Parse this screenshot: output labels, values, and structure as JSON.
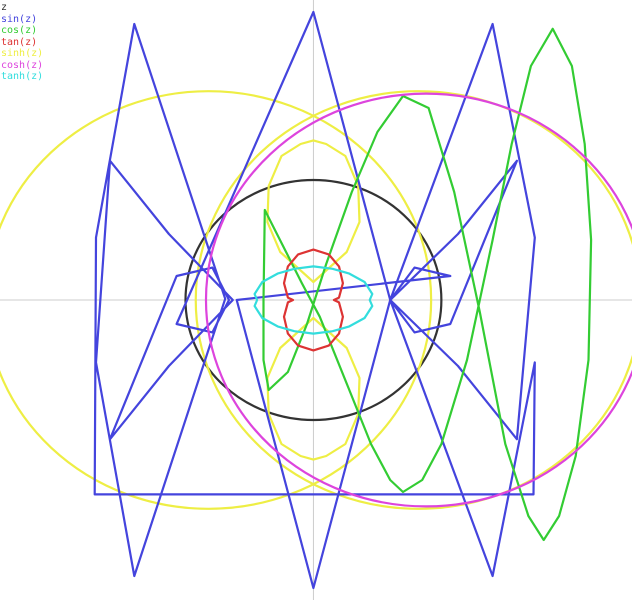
{
  "chart_data": {
    "type": "line",
    "grid": false,
    "axes": "origin crosshair",
    "legend_position": "top-left",
    "xlim": [
      -2.45,
      2.49
    ],
    "ylim": [
      -2.5,
      2.5
    ],
    "series": [
      {
        "name": "z",
        "color": "#333333",
        "shape": "circle",
        "center": [
          0,
          0
        ],
        "radius": 1.0
      },
      {
        "name": "sin(z)",
        "color": "#4444dd",
        "shape": "closed-curve",
        "points": [
          [
            -1.71,
            -1.62
          ],
          [
            -1.7,
            0.52
          ],
          [
            -1.4,
            2.3
          ],
          [
            -0.69,
            0.01
          ],
          [
            -1.4,
            -2.3
          ],
          [
            -1.7,
            -0.52
          ],
          [
            -1.59,
            1.16
          ],
          [
            -1.13,
            0.55
          ],
          [
            -0.63,
            0.0
          ],
          [
            -1.13,
            -0.55
          ],
          [
            -1.59,
            -1.16
          ],
          [
            -1.07,
            0.2
          ],
          [
            -0.79,
            0.27
          ],
          [
            -0.66,
            0.0
          ],
          [
            -0.79,
            -0.27
          ],
          [
            -1.07,
            -0.2
          ],
          [
            0.0,
            2.4
          ],
          [
            0.6,
            0.0
          ],
          [
            0.0,
            -2.4
          ],
          [
            -0.6,
            0.0
          ],
          [
            1.07,
            0.2
          ],
          [
            0.79,
            0.27
          ],
          [
            0.6,
            0.0
          ],
          [
            0.79,
            -0.27
          ],
          [
            1.07,
            -0.2
          ],
          [
            1.59,
            1.16
          ],
          [
            1.13,
            0.55
          ],
          [
            0.6,
            0.0
          ],
          [
            1.13,
            -0.55
          ],
          [
            1.59,
            -1.16
          ],
          [
            1.73,
            0.52
          ],
          [
            1.4,
            2.3
          ],
          [
            0.6,
            0.0
          ],
          [
            1.4,
            -2.3
          ],
          [
            1.73,
            -0.52
          ],
          [
            1.72,
            -1.62
          ]
        ]
      },
      {
        "name": "cos(z)",
        "color": "#33cc33",
        "shape": "closed-curve",
        "points": [
          [
            -0.38,
            0.75
          ],
          [
            -0.09,
            0.14
          ],
          [
            0.05,
            -0.14
          ],
          [
            0.28,
            -0.75
          ],
          [
            0.45,
            -1.2
          ],
          [
            0.6,
            -1.5
          ],
          [
            0.7,
            -1.6
          ],
          [
            0.85,
            -1.5
          ],
          [
            1.0,
            -1.2
          ],
          [
            1.2,
            -0.5
          ],
          [
            1.3,
            0.0
          ],
          [
            1.4,
            0.5
          ],
          [
            1.55,
            1.3
          ],
          [
            1.7,
            1.95
          ],
          [
            1.87,
            2.26
          ],
          [
            2.02,
            1.95
          ],
          [
            2.12,
            1.3
          ],
          [
            2.17,
            0.5
          ],
          [
            2.15,
            -0.5
          ],
          [
            2.05,
            -1.3
          ],
          [
            1.92,
            -1.8
          ],
          [
            1.8,
            -2.0
          ],
          [
            1.68,
            -1.8
          ],
          [
            1.5,
            -1.2
          ],
          [
            1.3,
            -0.1
          ],
          [
            1.1,
            0.9
          ],
          [
            0.9,
            1.6
          ],
          [
            0.7,
            1.7
          ],
          [
            0.5,
            1.4
          ],
          [
            0.3,
            0.9
          ],
          [
            0.1,
            0.3
          ],
          [
            -0.05,
            -0.2
          ],
          [
            -0.2,
            -0.6
          ],
          [
            -0.35,
            -0.75
          ],
          [
            -0.39,
            -0.5
          ],
          [
            -0.39,
            0.0
          ],
          [
            -0.38,
            0.75
          ]
        ]
      },
      {
        "name": "tan(z)",
        "color": "#dd3333",
        "shape": "closed-curve",
        "points": [
          [
            0,
            0.42
          ],
          [
            0.12,
            0.38
          ],
          [
            0.2,
            0.28
          ],
          [
            0.23,
            0.14
          ],
          [
            0.2,
            0.02
          ],
          [
            0.16,
            0
          ],
          [
            0.2,
            -0.02
          ],
          [
            0.23,
            -0.14
          ],
          [
            0.2,
            -0.28
          ],
          [
            0.12,
            -0.38
          ],
          [
            0,
            -0.42
          ],
          [
            -0.12,
            -0.38
          ],
          [
            -0.2,
            -0.28
          ],
          [
            -0.23,
            -0.14
          ],
          [
            -0.2,
            -0.02
          ],
          [
            -0.16,
            0
          ],
          [
            -0.2,
            0.02
          ],
          [
            -0.23,
            0.14
          ],
          [
            -0.2,
            0.28
          ],
          [
            -0.12,
            0.38
          ],
          [
            0,
            0.42
          ]
        ]
      },
      {
        "name": "sinh(z)",
        "color": "#eeee44",
        "shape": "composite",
        "circles": [
          {
            "center": [
              -0.82,
              0
            ],
            "radius": 1.74
          },
          {
            "center": [
              0.82,
              0
            ],
            "radius": 1.74
          }
        ],
        "loops": [
          {
            "points": [
              [
                0,
                0.15
              ],
              [
                0.26,
                0.4
              ],
              [
                0.36,
                0.65
              ],
              [
                0.35,
                0.95
              ],
              [
                0.25,
                1.2
              ],
              [
                0.1,
                1.3
              ],
              [
                0,
                1.33
              ],
              [
                -0.1,
                1.3
              ],
              [
                -0.25,
                1.2
              ],
              [
                -0.35,
                0.95
              ],
              [
                -0.36,
                0.65
              ],
              [
                -0.26,
                0.4
              ],
              [
                0,
                0.15
              ]
            ]
          },
          {
            "points": [
              [
                0,
                -0.15
              ],
              [
                0.26,
                -0.4
              ],
              [
                0.36,
                -0.65
              ],
              [
                0.35,
                -0.95
              ],
              [
                0.25,
                -1.2
              ],
              [
                0.1,
                -1.3
              ],
              [
                0,
                -1.33
              ],
              [
                -0.1,
                -1.3
              ],
              [
                -0.25,
                -1.2
              ],
              [
                -0.35,
                -0.95
              ],
              [
                -0.36,
                -0.65
              ],
              [
                -0.26,
                -0.4
              ],
              [
                0,
                -0.15
              ]
            ]
          }
        ]
      },
      {
        "name": "cosh(z)",
        "color": "#dd44dd",
        "shape": "circle",
        "center": [
          0.88,
          0
        ],
        "radius": 1.72
      },
      {
        "name": "tanh(z)",
        "color": "#33dddd",
        "shape": "closed-curve",
        "points": [
          [
            0,
            0.28
          ],
          [
            0.15,
            0.26
          ],
          [
            0.28,
            0.22
          ],
          [
            0.4,
            0.15
          ],
          [
            0.46,
            0.05
          ],
          [
            0.44,
            0
          ],
          [
            0.46,
            -0.05
          ],
          [
            0.4,
            -0.15
          ],
          [
            0.28,
            -0.22
          ],
          [
            0.15,
            -0.26
          ],
          [
            0,
            -0.28
          ],
          [
            -0.15,
            -0.26
          ],
          [
            -0.28,
            -0.22
          ],
          [
            -0.4,
            -0.15
          ],
          [
            -0.46,
            -0.05
          ],
          [
            -0.44,
            0
          ],
          [
            -0.46,
            0.05
          ],
          [
            -0.4,
            0.15
          ],
          [
            -0.28,
            0.22
          ],
          [
            -0.15,
            0.26
          ],
          [
            0,
            0.28
          ]
        ]
      }
    ]
  }
}
